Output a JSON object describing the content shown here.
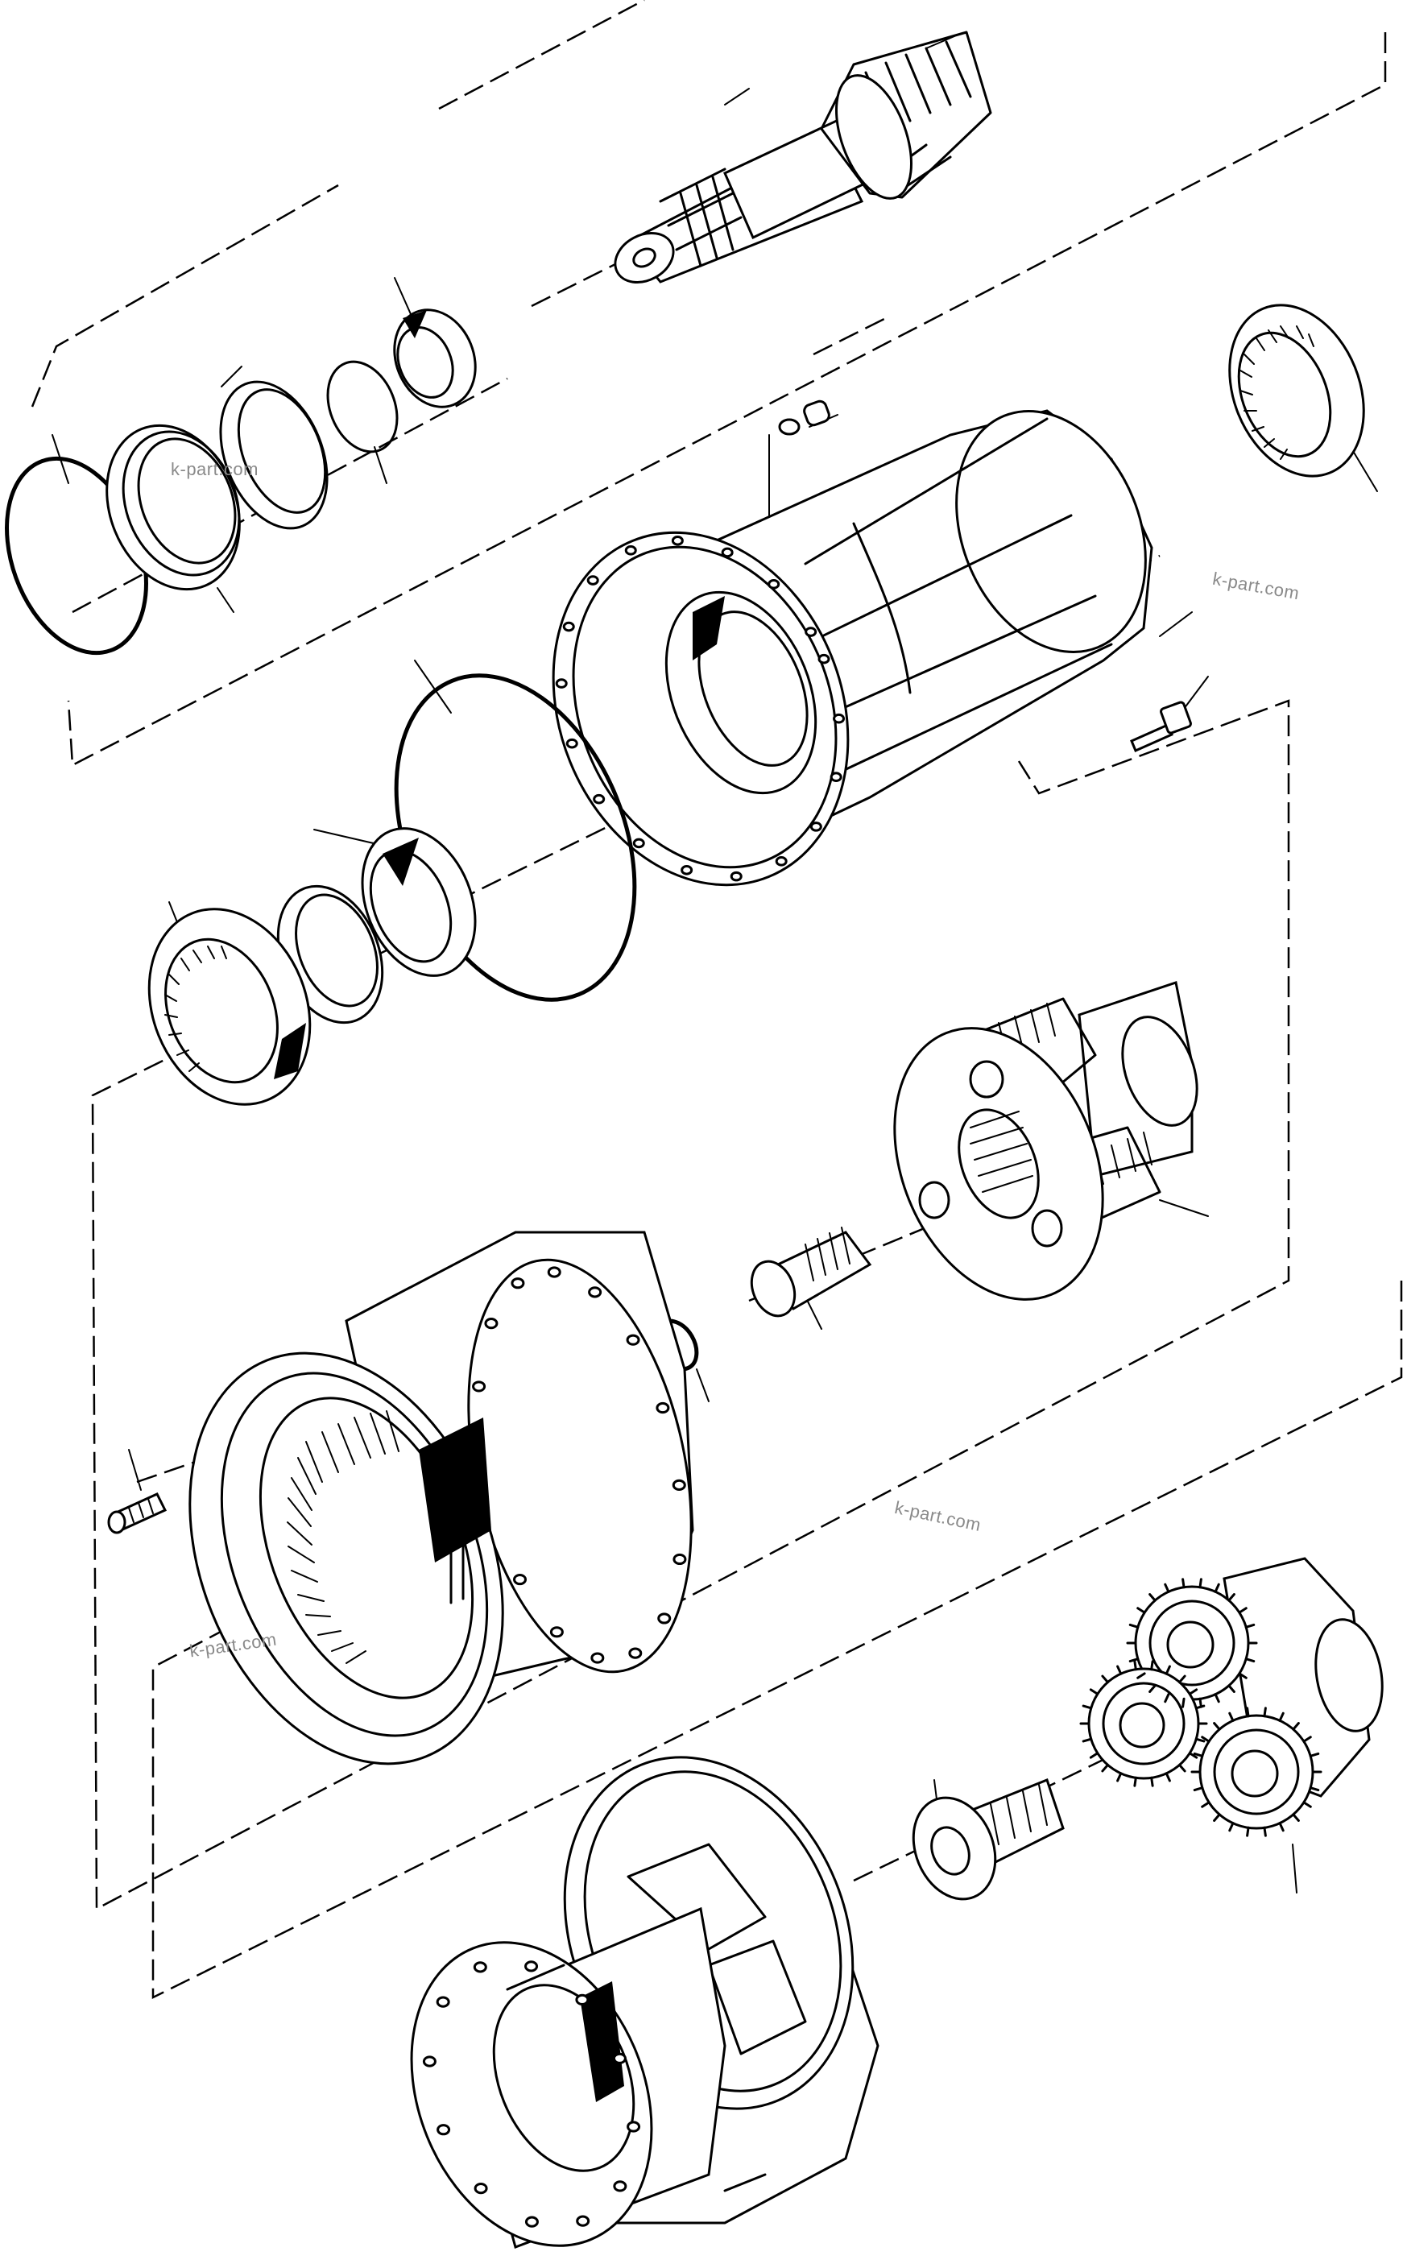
{
  "watermarks": [
    "k-part.com",
    "k-part.com",
    "k-part.com",
    "k-part.com"
  ],
  "colors": {
    "line": "#000000",
    "background": "#ffffff",
    "watermark": "#8a8a8a"
  }
}
